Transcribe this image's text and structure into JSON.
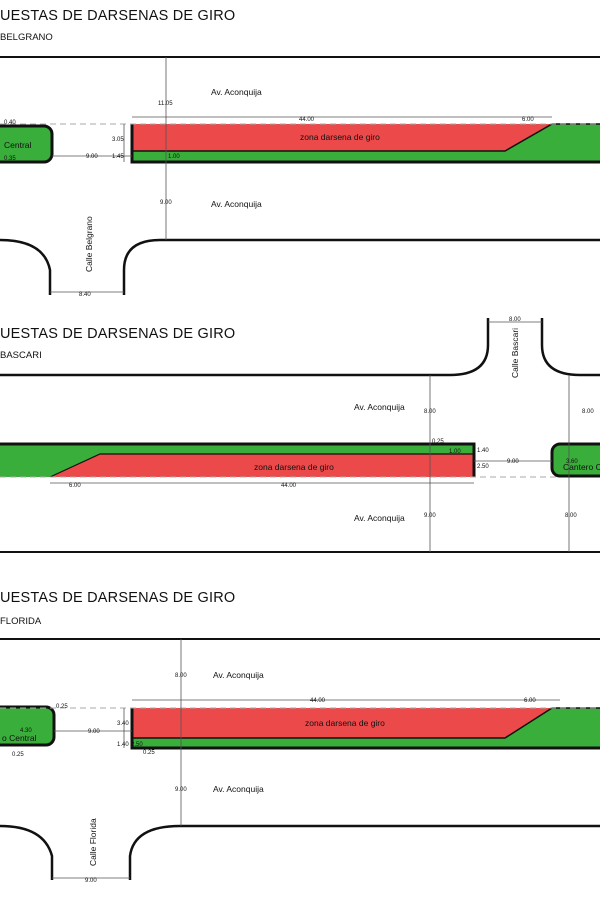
{
  "colors": {
    "median_green": "#3aae3a",
    "turn_zone_red": "#ec4a4a",
    "kerb_black": "#111111",
    "dimension_line": "#555555"
  },
  "panels": [
    {
      "title": "UESTAS DE DARSENAS DE GIRO",
      "subtitle": "BELGRANO",
      "street_north": "Av. Aconquija",
      "street_south": "Av. Aconquija",
      "cross_street": "Calle Belgrano",
      "median_label": "Central",
      "zone_label": "zona darsena de giro",
      "dims": {
        "north_width": "11.05",
        "south_width": "9.00",
        "zone_length": "44.00",
        "taper_length": "6.00",
        "zone_width": "3.05",
        "median_width": "1.45",
        "median_offset": "1.00",
        "gap": "9.00",
        "kerb_top": "0.40",
        "kerb_bottom": "0.35",
        "cross_width": "8.40"
      }
    },
    {
      "title": "UESTAS DE DARSENAS DE GIRO",
      "subtitle": "BASCARI",
      "street_north": "Av. Aconquija",
      "street_south": "Av. Aconquija",
      "cross_street": "Calle Bascari",
      "median_label": "Cantero C",
      "zone_label": "zona darsena de giro",
      "dims": {
        "north_width": "8.00",
        "north_width_right": "8.00",
        "south_width": "9.00",
        "south_width_right": "8.00",
        "zone_length": "44.00",
        "taper_length": "6.00",
        "median_top": "0.25",
        "median_width": "1.00",
        "side_a": "1.40",
        "side_b": "2.50",
        "gap": "9.00",
        "cantero_width": "3.60",
        "cross_width": "8.00"
      }
    },
    {
      "title": "UESTAS DE DARSENAS DE GIRO",
      "subtitle": "FLORIDA",
      "street_north": "Av. Aconquija",
      "street_south": "Av. Aconquija",
      "cross_street": "Calle Florida",
      "median_label": "o Central",
      "zone_label": "zona darsena de giro",
      "dims": {
        "north_width": "8.00",
        "south_width": "9.00",
        "zone_length": "44.00",
        "taper_length": "6.00",
        "zone_width": "3.40",
        "median_width": "1.40",
        "median_inner": "2.50",
        "gap": "9.00",
        "kerb_top": "0.25",
        "kerb_bottom": "0.25",
        "cantero_width": "4.30",
        "tick_b": "0.25",
        "cross_width": "9.00"
      }
    }
  ]
}
